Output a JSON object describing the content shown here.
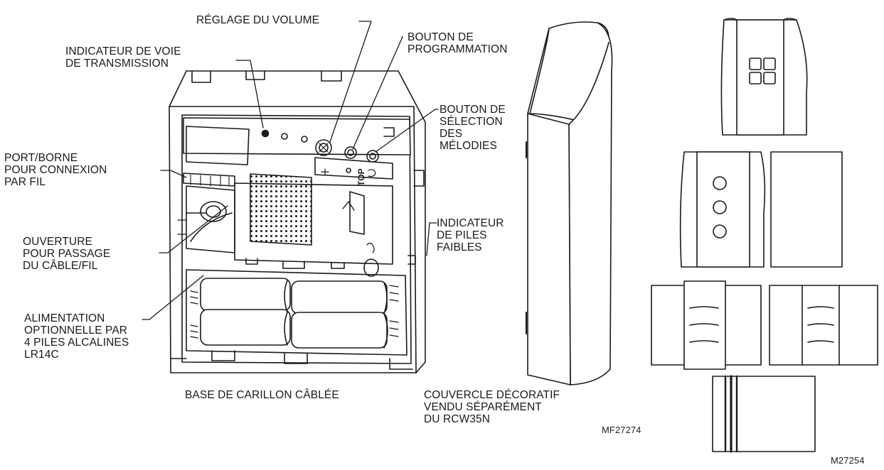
{
  "labels": {
    "reglage_volume": [
      "RÉGLAGE DU VOLUME"
    ],
    "bouton_programmation": [
      "BOUTON DE",
      "PROGRAMMATION"
    ],
    "indicateur_voie": [
      "INDICATEUR DE VOIE",
      "DE TRANSMISSION"
    ],
    "bouton_selection": [
      "BOUTON DE",
      "SÉLECTION",
      "DES",
      "MÉLODIES"
    ],
    "port_borne": [
      "PORT/BORNE",
      "POUR CONNEXION",
      "PAR FIL"
    ],
    "ouverture": [
      "OUVERTURE",
      "POUR PASSAGE",
      "DU CÂBLE/FIL"
    ],
    "indicateur_piles": [
      "INDICATEUR",
      "DE PILES",
      "FAIBLES"
    ],
    "alimentation": [
      "ALIMENTATION",
      "OPTIONNELLE PAR",
      "4 PILES ALCALINES",
      "LR14C"
    ],
    "base_carillon": [
      "BASE DE CARILLON CÂBLÉE"
    ],
    "couvercle": [
      "COUVERCLE DÉCORATIF",
      "VENDU SÉPARÉMENT",
      "DU RCW35N"
    ]
  },
  "device_marking": "TOP",
  "figure_codes": {
    "left": "MF27274",
    "right": "M27254"
  },
  "colors": {
    "line": "#1a1a1a",
    "fill": "#ffffff",
    "shade": "#e6e6e6",
    "dark_shade": "#bdbdbd"
  }
}
